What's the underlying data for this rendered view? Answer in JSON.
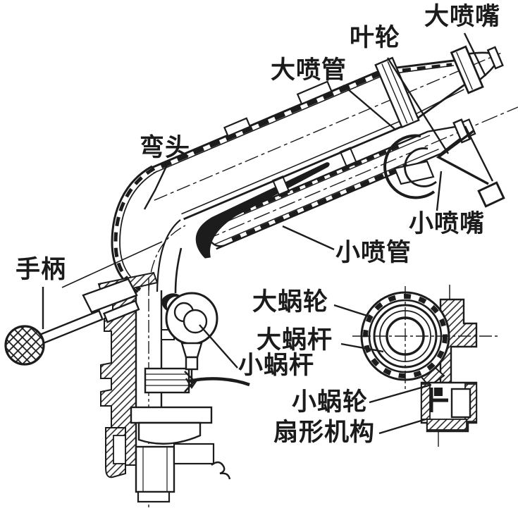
{
  "figure": {
    "labels": [
      {
        "id": "large-nozzle",
        "text": "大喷嘴"
      },
      {
        "id": "impeller",
        "text": "叶轮"
      },
      {
        "id": "large-spray-pipe",
        "text": "大喷管"
      },
      {
        "id": "elbow",
        "text": "弯头"
      },
      {
        "id": "small-nozzle",
        "text": "小喷嘴"
      },
      {
        "id": "small-spray-pipe",
        "text": "小喷管"
      },
      {
        "id": "handle",
        "text": "手柄"
      },
      {
        "id": "large-worm-wheel",
        "text": "大蜗轮"
      },
      {
        "id": "large-worm-shaft",
        "text": "大蜗杆"
      },
      {
        "id": "small-worm-shaft",
        "text": "小蜗杆"
      },
      {
        "id": "small-worm-wheel",
        "text": "小蜗轮"
      },
      {
        "id": "sector-mechanism",
        "text": "扇形机构"
      }
    ],
    "colors": {
      "line": "#1c1c1c",
      "background": "#ffffff"
    }
  }
}
